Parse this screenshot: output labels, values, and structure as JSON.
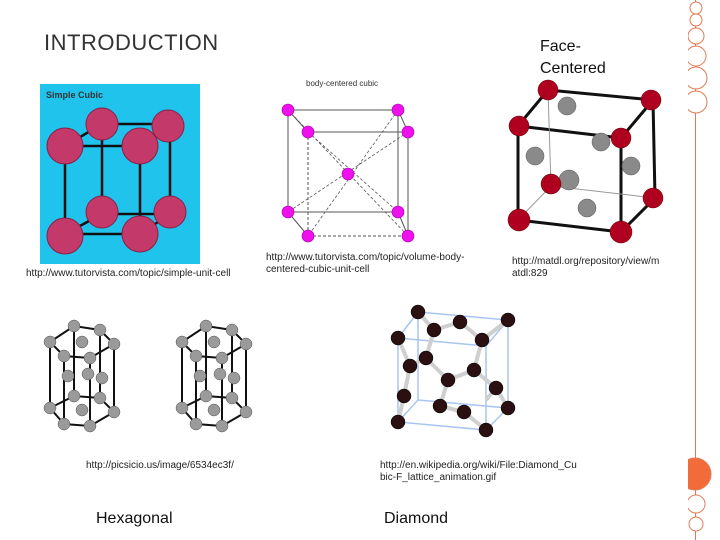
{
  "slide": {
    "title": "INTRODUCTION",
    "fcc_label_line1": "Face-",
    "fcc_label_line2": "Centered"
  },
  "images": {
    "simple_cubic": {
      "inner_label": "Simple Cubic",
      "caption": "http://www.tutorvista.com/topic/simple-unit-cell"
    },
    "bcc": {
      "inner_label": "body-centered cubic",
      "caption_line1": "http://www.tutorvista.com/topic/volume-body-",
      "caption_line2": "centered-cubic-unit-cell"
    },
    "fcc": {
      "caption_line1": "http://matdl.org/repository/view/m",
      "caption_line2": "atdl:829"
    },
    "hexagonal": {
      "caption": "http://picsicio.us/image/6534ec3f/",
      "label": "Hexagonal"
    },
    "diamond": {
      "caption_line1": "http://en.wikipedia.org/wiki/File:Diamond_Cu",
      "caption_line2": "bic-F_lattice_animation.gif",
      "label": "Diamond"
    }
  },
  "colors": {
    "accent": "#f26b3a",
    "simple_cubic_bg": "#1fc3ec",
    "sphere_crimson": "#c33a6a",
    "sphere_magenta": "#ee11ee",
    "sphere_red": "#b0001f",
    "sphere_gray": "#8a8a8a",
    "sphere_black": "#2a1010"
  }
}
